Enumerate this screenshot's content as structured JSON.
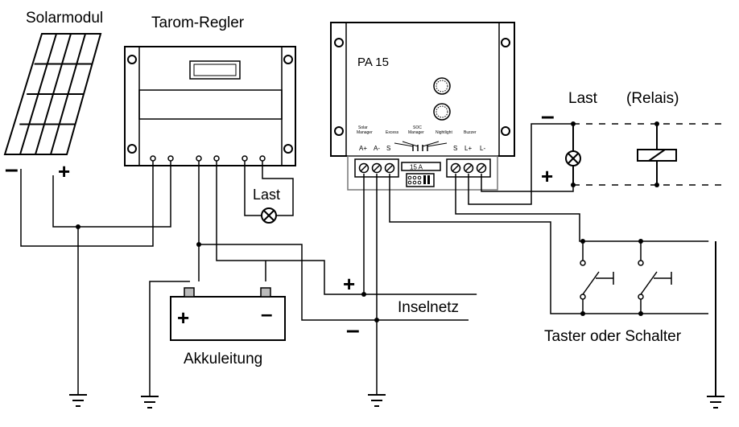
{
  "labels": {
    "solarmodul": "Solarmodul",
    "tarom_regler": "Tarom-Regler",
    "pa15": "PA 15",
    "last_top": "Last",
    "relais": "(Relais)",
    "last_box": "Last",
    "inselnetz": "Inselnetz",
    "akkuleitung": "Akkuleitung",
    "taster": "Taster oder Schalter",
    "fuse": "15 A"
  },
  "signs": {
    "plus": "+",
    "minus": "–"
  },
  "pa15_panel": {
    "solar_manager": [
      "Solar",
      "Manager"
    ],
    "excess": "Excess",
    "soc_manager": [
      "SOC",
      "Manager"
    ],
    "nightlight": "Nightlight",
    "buzzer": "Buzzer"
  },
  "terminals": {
    "left": [
      "A+",
      "A-",
      "S"
    ],
    "right": [
      "S",
      "L+",
      "L-"
    ]
  }
}
